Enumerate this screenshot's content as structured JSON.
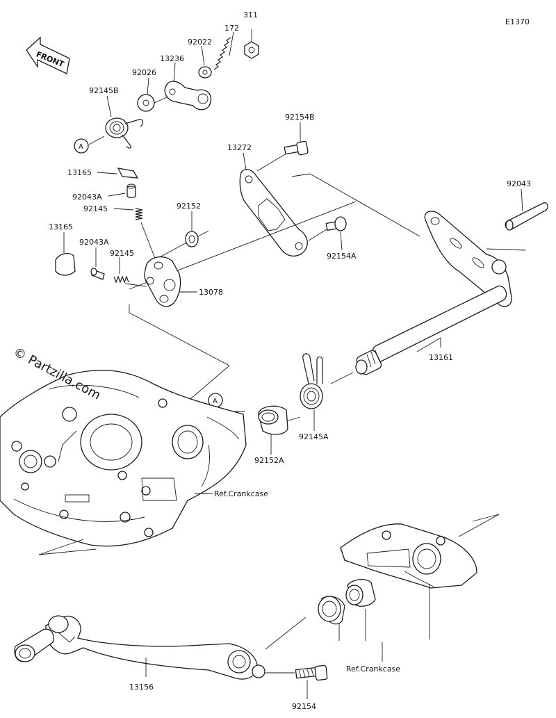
{
  "diagram_code": "E1370",
  "watermark": "© Partzilla.com",
  "front_arrow_label": "FRONT",
  "callout_marker": "A",
  "part_labels": {
    "p311": "311",
    "p172": "172",
    "p92022": "92022",
    "p13236": "13236",
    "p92026": "92026",
    "p92145B": "92145B",
    "p92154B": "92154B",
    "p13272": "13272",
    "p92043": "92043",
    "p13165a": "13165",
    "p92043Aa": "92043A",
    "p92145a": "92145",
    "p92152": "92152",
    "p13165b": "13165",
    "p92043Ab": "92043A",
    "p92145b": "92145",
    "p92154A": "92154A",
    "p13078": "13078",
    "p13161": "13161",
    "p92145A": "92145A",
    "p92152A": "92152A",
    "ref_crankcase_1": "Ref.Crankcase",
    "ref_crankcase_2": "Ref.Crankcase",
    "p13156": "13156",
    "p92154": "92154"
  }
}
